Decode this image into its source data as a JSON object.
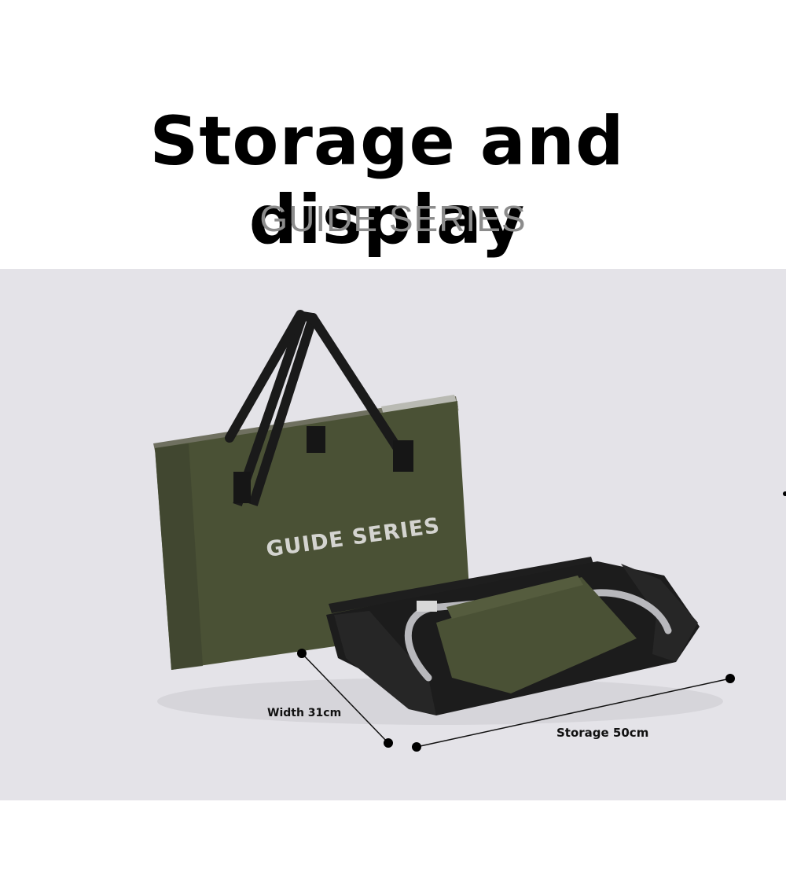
{
  "header": {
    "title": "Storage and display",
    "subtitle": "GUIDE SERIES"
  },
  "product": {
    "bag_print": "GUIDE SERIES",
    "bag_color": "#4a5135",
    "handle_color": "#1a1a1a",
    "frame_color": "#1c1c1c",
    "tube_color": "#b8b8bc"
  },
  "dimensions": {
    "width_label": "Width 31cm",
    "storage_label": "Storage 50cm"
  },
  "colors": {
    "panel_bg": "#e4e3e8",
    "title": "#000000",
    "subtitle": "#8c8c8c"
  }
}
